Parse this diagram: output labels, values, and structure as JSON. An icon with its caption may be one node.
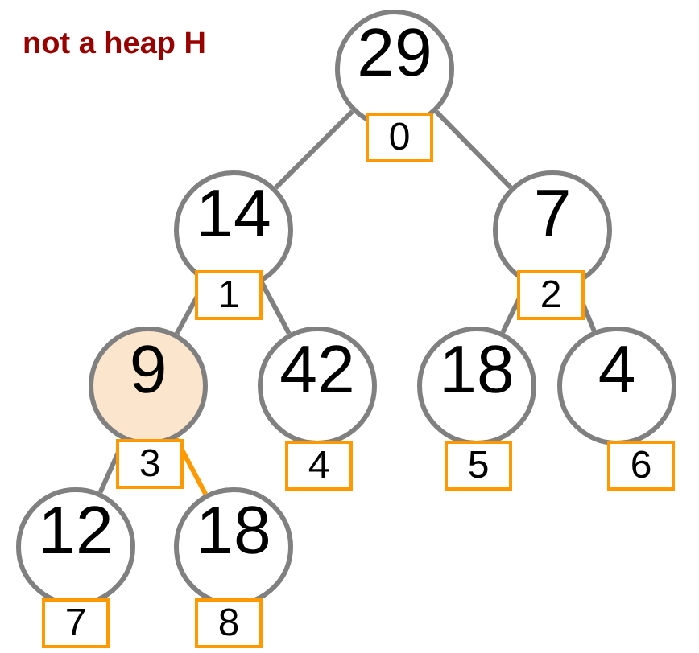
{
  "diagram": {
    "title": "not a heap H",
    "nodes": [
      {
        "text": [
          "29"
        ],
        "beside": [
          "0"
        ]
      },
      {
        "text": [
          "14"
        ],
        "beside": [
          "1"
        ]
      },
      {
        "text": [
          "7"
        ],
        "beside": [
          "2"
        ]
      },
      {
        "text": [
          "9"
        ],
        "beside": [
          "3"
        ]
      },
      {
        "text": [
          "42"
        ],
        "beside": [
          "4"
        ]
      },
      {
        "text": [
          "18"
        ],
        "beside": [
          "5"
        ]
      },
      {
        "text": [
          "4"
        ],
        "beside": [
          "6"
        ]
      },
      {
        "text": [
          "12"
        ],
        "beside": [
          "7"
        ]
      },
      {
        "text": [
          "18"
        ],
        "beside": [
          "8"
        ]
      }
    ],
    "edges": [
      {
        "from": 0,
        "to": 1,
        "arrow": "none"
      },
      {
        "from": 0,
        "to": 2,
        "arrow": "none"
      },
      {
        "from": 1,
        "to": 3,
        "arrow": "none"
      },
      {
        "from": 1,
        "to": 4,
        "arrow": "none"
      },
      {
        "from": 2,
        "to": 5,
        "arrow": "none"
      },
      {
        "from": 2,
        "to": 6,
        "arrow": "none"
      },
      {
        "from": 3,
        "to": 7,
        "arrow": "none"
      },
      {
        "from": 3,
        "to": 8,
        "arrow": "none",
        "color": "#ff9900"
      }
    ]
  }
}
